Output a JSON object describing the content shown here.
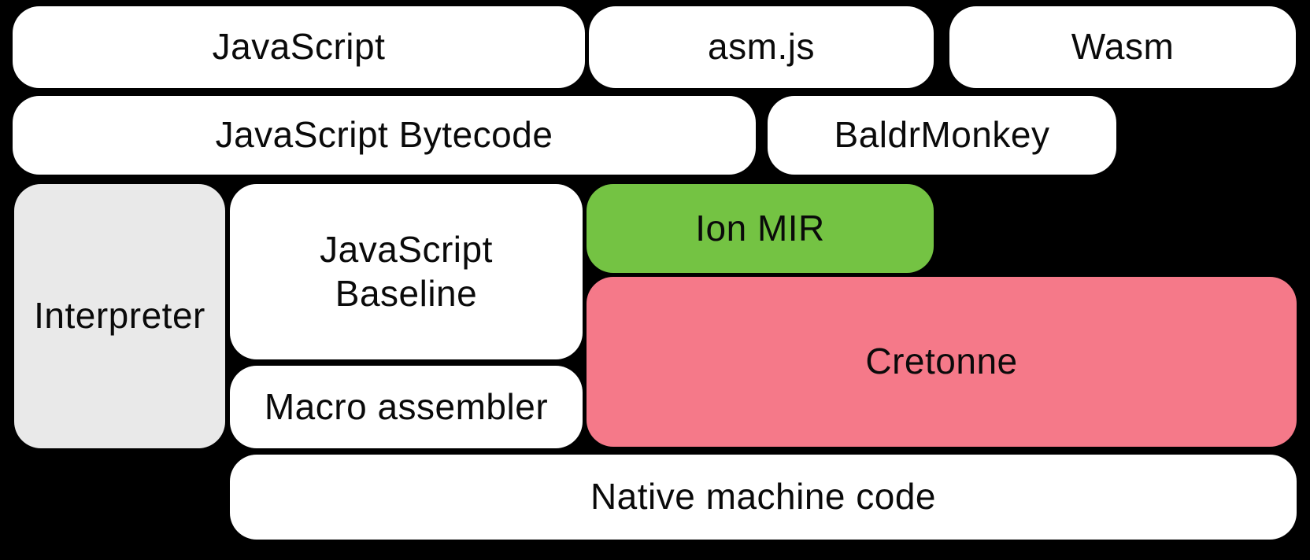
{
  "colors": {
    "background": "#000000",
    "box_default": "#ffffff",
    "box_interpreter_gray": "#e9e9e9",
    "box_ionmir_green": "#74c343",
    "box_cretonne_pink": "#f57989",
    "text": "#0a0a0a"
  },
  "nodes": {
    "javascript": {
      "label": "JavaScript"
    },
    "asmjs": {
      "label": "asm.js"
    },
    "wasm": {
      "label": "Wasm"
    },
    "bytecode": {
      "label": "JavaScript Bytecode"
    },
    "baldrmonkey": {
      "label": "BaldrMonkey"
    },
    "interpreter": {
      "label": "Interpreter"
    },
    "baseline": {
      "label": "JavaScript Baseline"
    },
    "ionmir": {
      "label": "Ion MIR"
    },
    "cretonne": {
      "label": "Cretonne"
    },
    "macroassembler": {
      "label": "Macro assembler"
    },
    "native": {
      "label": "Native machine code"
    }
  }
}
